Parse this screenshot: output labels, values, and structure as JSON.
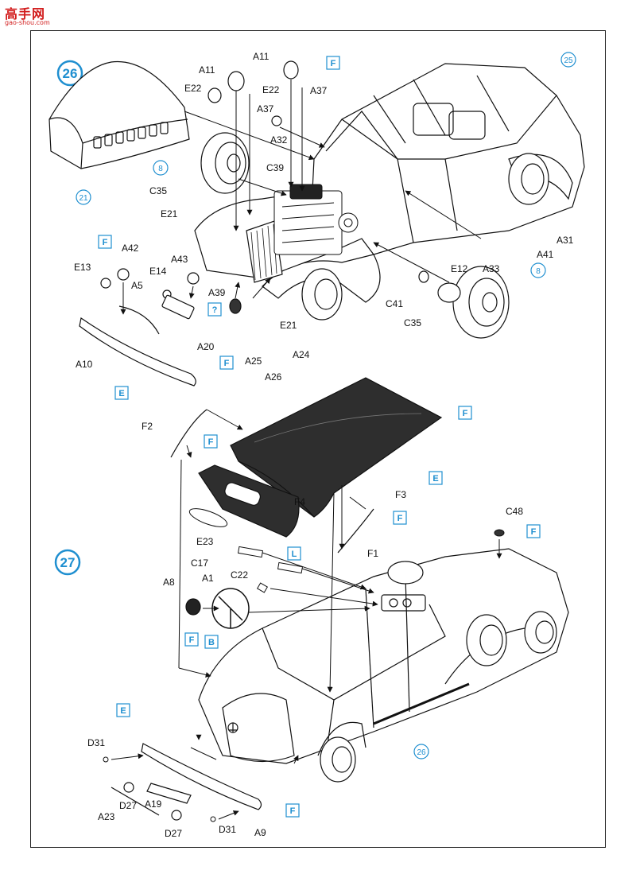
{
  "watermark": {
    "title": "高手网",
    "url": "gao-shou.com"
  },
  "steps": {
    "s26": "26",
    "s27": "27"
  },
  "refs": {
    "r25": "25",
    "r8a": "8",
    "r21": "21",
    "r8b": "8",
    "r26": "26"
  },
  "boxes": {
    "b1": "F",
    "b2": "F",
    "b3": "?",
    "b4": "F",
    "b5": "E",
    "b6": "F",
    "b7": "F",
    "b8": "E",
    "b9": "F",
    "b10": "L",
    "b11": "F",
    "b12": "F",
    "b13": "B",
    "b14": "E",
    "b15": "F"
  },
  "labels": {
    "A11a": "A11",
    "A11b": "A11",
    "E22a": "E22",
    "E22b": "E22",
    "A37a": "A37",
    "A37b": "A37",
    "A32": "A32",
    "C39": "C39",
    "C35a": "C35",
    "C35b": "C35",
    "E21a": "E21",
    "E21b": "E21",
    "A42": "A42",
    "E13": "E13",
    "A5": "A5",
    "E14": "E14",
    "A43": "A43",
    "A39": "A39",
    "A20": "A20",
    "A10": "A10",
    "A25": "A25",
    "A26": "A26",
    "A24": "A24",
    "A31": "A31",
    "A41": "A41",
    "E12": "E12",
    "A33": "A33",
    "C41": "C41",
    "F2": "F2",
    "F3": "F3",
    "F4": "F4",
    "E23": "E23",
    "F1": "F1",
    "C48": "C48",
    "C17": "C17",
    "A1": "A1",
    "A8": "A8",
    "C22": "C22",
    "D31a": "D31",
    "D31b": "D31",
    "D27a": "D27",
    "D27b": "D27",
    "A19": "A19",
    "A23": "A23",
    "A9": "A9"
  }
}
